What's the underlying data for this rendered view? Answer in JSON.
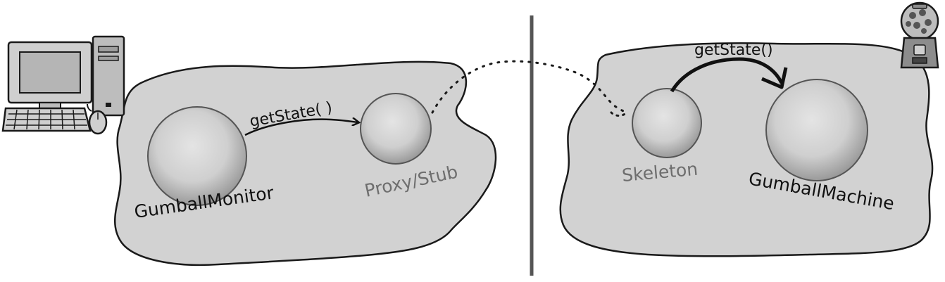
{
  "diagram": {
    "left": {
      "object_label": "GumballMonitor",
      "proxy_label": "Proxy/Stub",
      "method_call": "getState( )"
    },
    "right": {
      "skeleton_label": "Skeleton",
      "object_label": "GumballMachine",
      "method_call": "getState()"
    }
  },
  "colors": {
    "blob_fill": "#d2d2d2",
    "blob_stroke": "#1a1a1a",
    "sphere_light": "#e2e2e2",
    "sphere_dark": "#9a9a9a",
    "divider": "#555555",
    "label_dark": "#111111",
    "label_grey": "#6e6e6e"
  },
  "icons": {
    "client": "computer-icon",
    "server": "gumball-machine-icon"
  }
}
